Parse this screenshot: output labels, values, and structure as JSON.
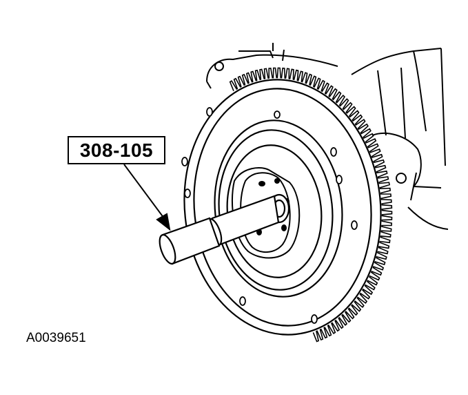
{
  "diagram": {
    "tool_label": "308-105",
    "figure_id": "A0039651",
    "components": [
      "engine-block-outline",
      "flywheel",
      "ring-gear",
      "crankshaft-hub",
      "pilot-bearing-tool"
    ]
  },
  "colors": {
    "line": "#000000",
    "background": "#ffffff"
  }
}
